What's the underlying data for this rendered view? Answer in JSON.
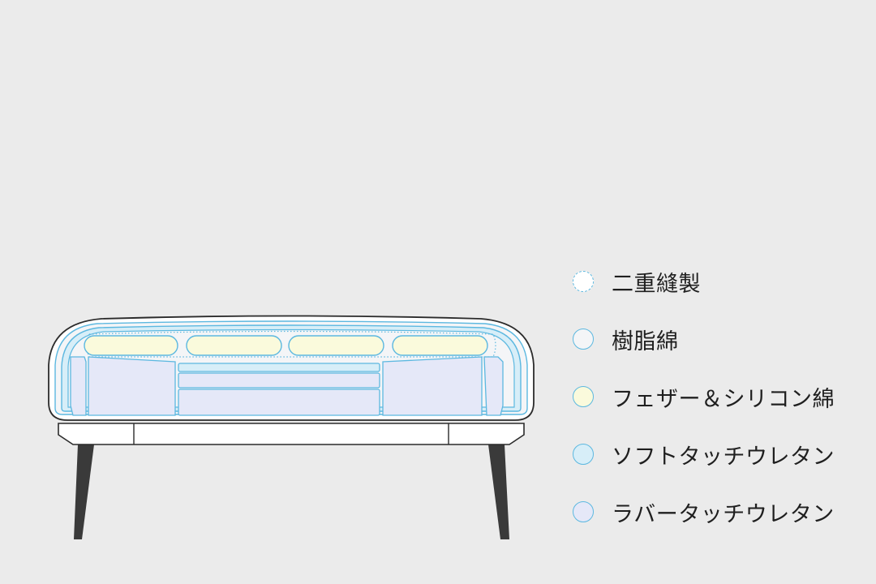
{
  "colors": {
    "background": "#ebebeb",
    "outline": "#2b2b2b",
    "layer_line": "#5cb8e0",
    "leg": "#3a3a3a"
  },
  "legend": [
    {
      "label": "二重縫製",
      "color": "#ffffff",
      "icon": "dotted-circle-icon"
    },
    {
      "label": "樹脂綿",
      "color": "#f4f5f7",
      "icon": "circle-icon"
    },
    {
      "label": "フェザー＆シリコン綿",
      "color": "#fafadc",
      "icon": "circle-icon"
    },
    {
      "label": "ソフトタッチウレタン",
      "color": "#d7eef8",
      "icon": "circle-icon"
    },
    {
      "label": "ラバータッチウレタン",
      "color": "#e5e8f8",
      "icon": "circle-icon"
    }
  ]
}
